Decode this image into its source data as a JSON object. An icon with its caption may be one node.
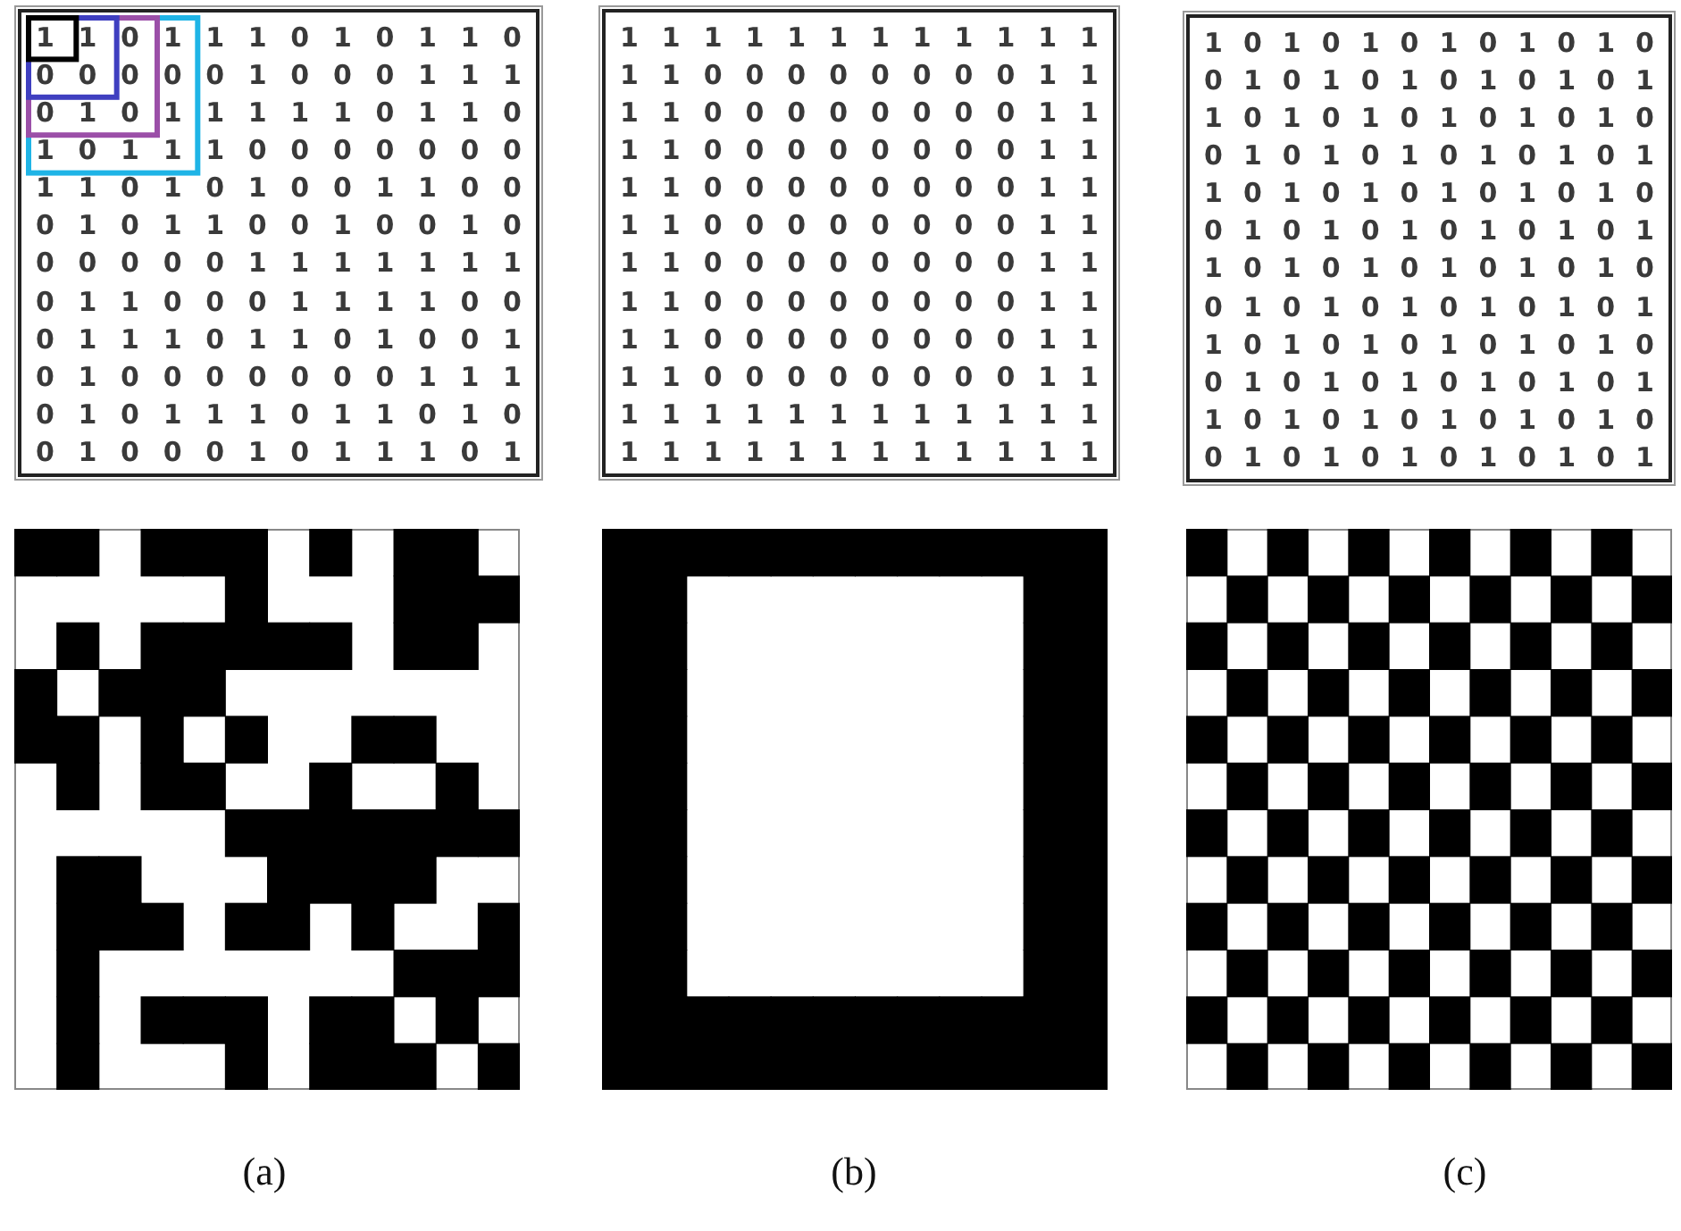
{
  "diagram": {
    "labels": [
      "1 1 0 1 1 1 0 1 0 1 1 0",
      "0 0 0 0 0 1 0 0 0 1 1 1",
      "0 1 0 1 1 1 1 1 0 1 1 0",
      "1 0 1 1 1 0 0 0 0 0 0 0",
      "1 1 0 1 0 1 0 0 1 1 0 0",
      "0 1 0 1 1 0 0 1 0 0 1 0",
      "0 0 0 0 0 1 1 1 1 1 1 1",
      "0 1 1 0 0 0 1 1 1 1 0 0",
      "0 1 1 1 0 1 1 0 1 0 0 1",
      "0 1 0 0 0 0 0 0 0 1 1 1",
      "0 1 0 1 1 1 0 1 1 0 1 0",
      "0 1 0 0 0 1 0 1 1 1 0 1",
      "1 1 1 1 1 1 1 1 1 1 1 1",
      "1 1 0 0 0 0 0 0 0 0 1 1",
      "1 1 0 0 0 0 0 0 0 0 1 1",
      "1 1 0 0 0 0 0 0 0 0 1 1",
      "1 1 0 0 0 0 0 0 0 0 1 1",
      "1 1 0 0 0 0 0 0 0 0 1 1",
      "1 1 0 0 0 0 0 0 0 0 1 1",
      "1 1 0 0 0 0 0 0 0 0 1 1",
      "1 1 0 0 0 0 0 0 0 0 1 1",
      "1 1 0 0 0 0 0 0 0 0 1 1",
      "1 1 1 1 1 1 1 1 1 1 1 1",
      "1 1 1 1 1 1 1 1 1 1 1 1",
      "1 0 1 0 1 0 1 0 1 0 1 0",
      "0 1 0 1 0 1 0 1 0 1 0 1",
      "1 0 1 0 1 0 1 0 1 0 1 0",
      "0 1 0 1 0 1 0 1 0 1 0 1",
      "1 0 1 0 1 0 1 0 1 0 1 0",
      "0 1 0 1 0 1 0 1 0 1 0 1",
      "1 0 1 0 1 0 1 0 1 0 1 0",
      "0 1 0 1 0 1 0 1 0 1 0 1",
      "1 0 1 0 1 0 1 0 1 0 1 0",
      "0 1 0 1 0 1 0 1 0 1 0 1",
      "1 0 1 0 1 0 1 0 1 0 1 0",
      "0 1 0 1 0 1 0 1 0 1 0 1",
      "(a)",
      "(b)",
      "(c)"
    ]
  }
}
